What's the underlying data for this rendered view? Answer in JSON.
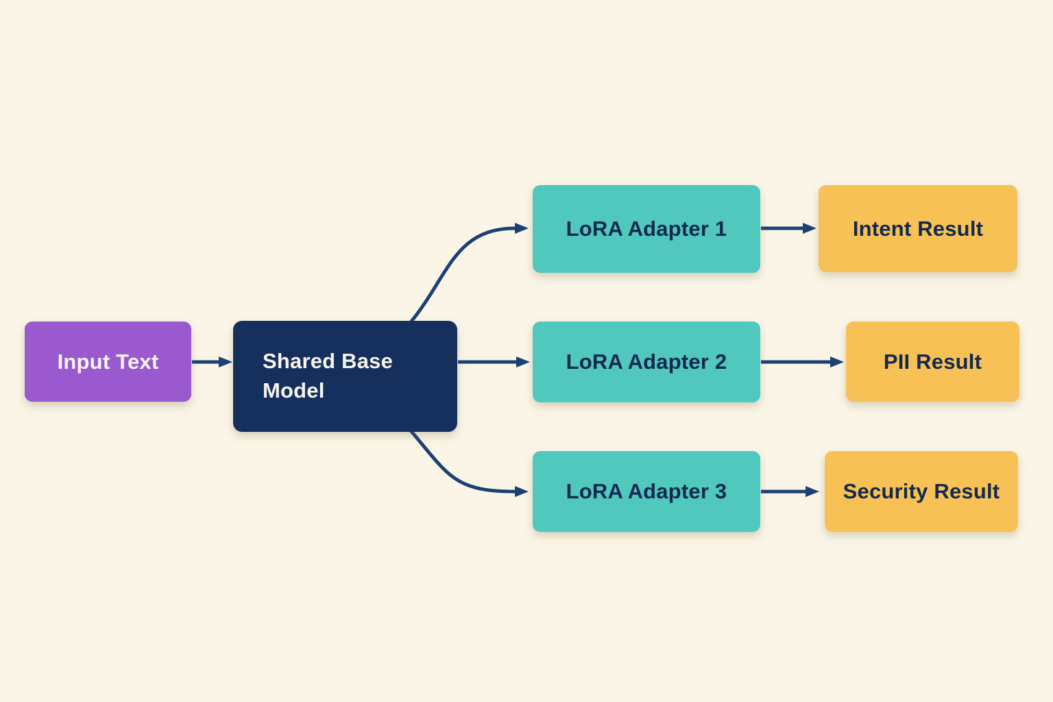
{
  "diagram": {
    "description": "Flow diagram of one shared base model feeding three LoRA adapters that each produce a separate result",
    "background_color": "#faf5e7",
    "arrow_color": "#1c3f74",
    "nodes": {
      "input_text": {
        "label": "Input Text",
        "fill": "#9a59ce",
        "text_color": "#f8f4ec"
      },
      "shared_base_model": {
        "label": "Shared Base Model",
        "fill": "#16305d",
        "text_color": "#f8f4ec"
      },
      "lora_adapter_1": {
        "label": "LoRA Adapter 1",
        "fill": "#50c8bd",
        "text_color": "#13294e"
      },
      "lora_adapter_2": {
        "label": "LoRA Adapter 2",
        "fill": "#50c8bd",
        "text_color": "#13294e"
      },
      "lora_adapter_3": {
        "label": "LoRA Adapter 3",
        "fill": "#50c8bd",
        "text_color": "#13294e"
      },
      "intent_result": {
        "label": "Intent Result",
        "fill": "#f8c156",
        "text_color": "#13294e"
      },
      "pii_result": {
        "label": "PII Result",
        "fill": "#f8c156",
        "text_color": "#13294e"
      },
      "security_result": {
        "label": "Security Result",
        "fill": "#f8c156",
        "text_color": "#13294e"
      }
    },
    "edges": [
      {
        "from": "input_text",
        "to": "shared_base_model"
      },
      {
        "from": "shared_base_model",
        "to": "lora_adapter_1"
      },
      {
        "from": "shared_base_model",
        "to": "lora_adapter_2"
      },
      {
        "from": "shared_base_model",
        "to": "lora_adapter_3"
      },
      {
        "from": "lora_adapter_1",
        "to": "intent_result"
      },
      {
        "from": "lora_adapter_2",
        "to": "pii_result"
      },
      {
        "from": "lora_adapter_3",
        "to": "security_result"
      }
    ]
  }
}
